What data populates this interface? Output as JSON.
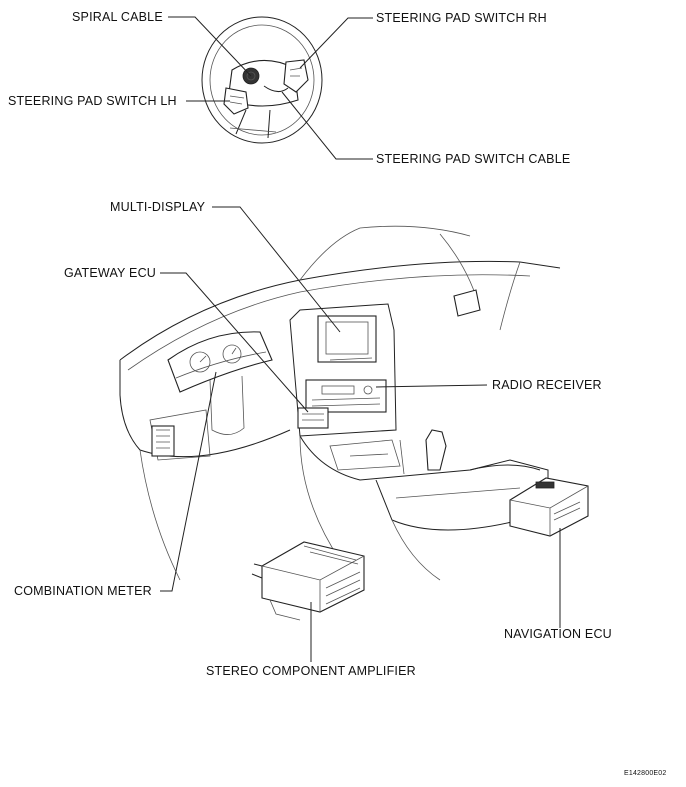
{
  "labels": {
    "spiral_cable": "SPIRAL CABLE",
    "steering_pad_switch_rh": "STEERING PAD SWITCH RH",
    "steering_pad_switch_lh": "STEERING PAD SWITCH LH",
    "steering_pad_switch_cable": "STEERING PAD SWITCH CABLE",
    "multi_display": "MULTI-DISPLAY",
    "gateway_ecu": "GATEWAY ECU",
    "radio_receiver": "RADIO RECEIVER",
    "combination_meter": "COMBINATION METER",
    "navigation_ecu": "NAVIGATION ECU",
    "stereo_component_amplifier": "STEREO COMPONENT AMPLIFIER"
  },
  "figure_id": "E142800E02",
  "colors": {
    "line": "#222222",
    "background": "#ffffff"
  }
}
